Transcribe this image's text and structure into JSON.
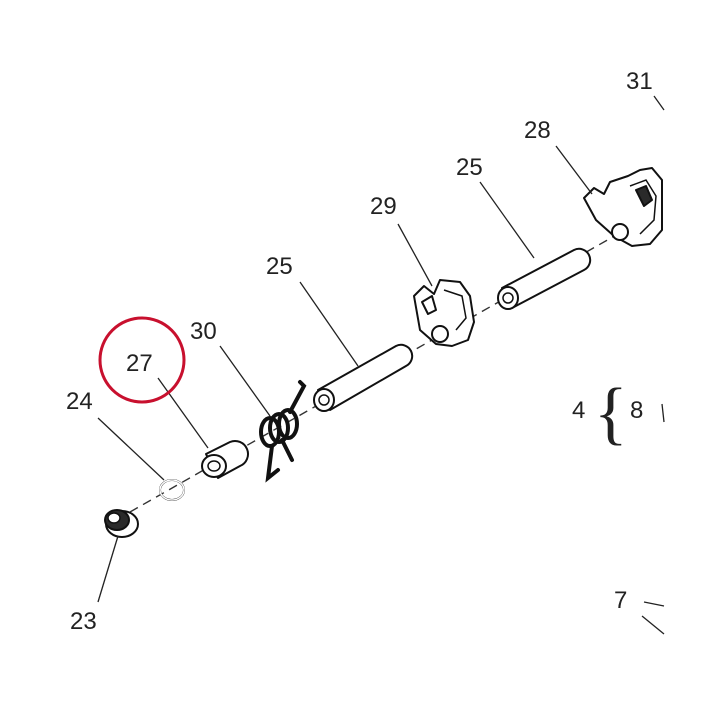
{
  "callouts": {
    "c23": "23",
    "c24": "24",
    "c27": "27",
    "c30": "30",
    "c25a": "25",
    "c29": "29",
    "c25b": "25",
    "c28": "28",
    "c31": "31",
    "c4": "4",
    "c8": "8",
    "c7": "7",
    "brace": "{"
  },
  "highlight": {
    "target": "27",
    "color": "#c8102e"
  }
}
